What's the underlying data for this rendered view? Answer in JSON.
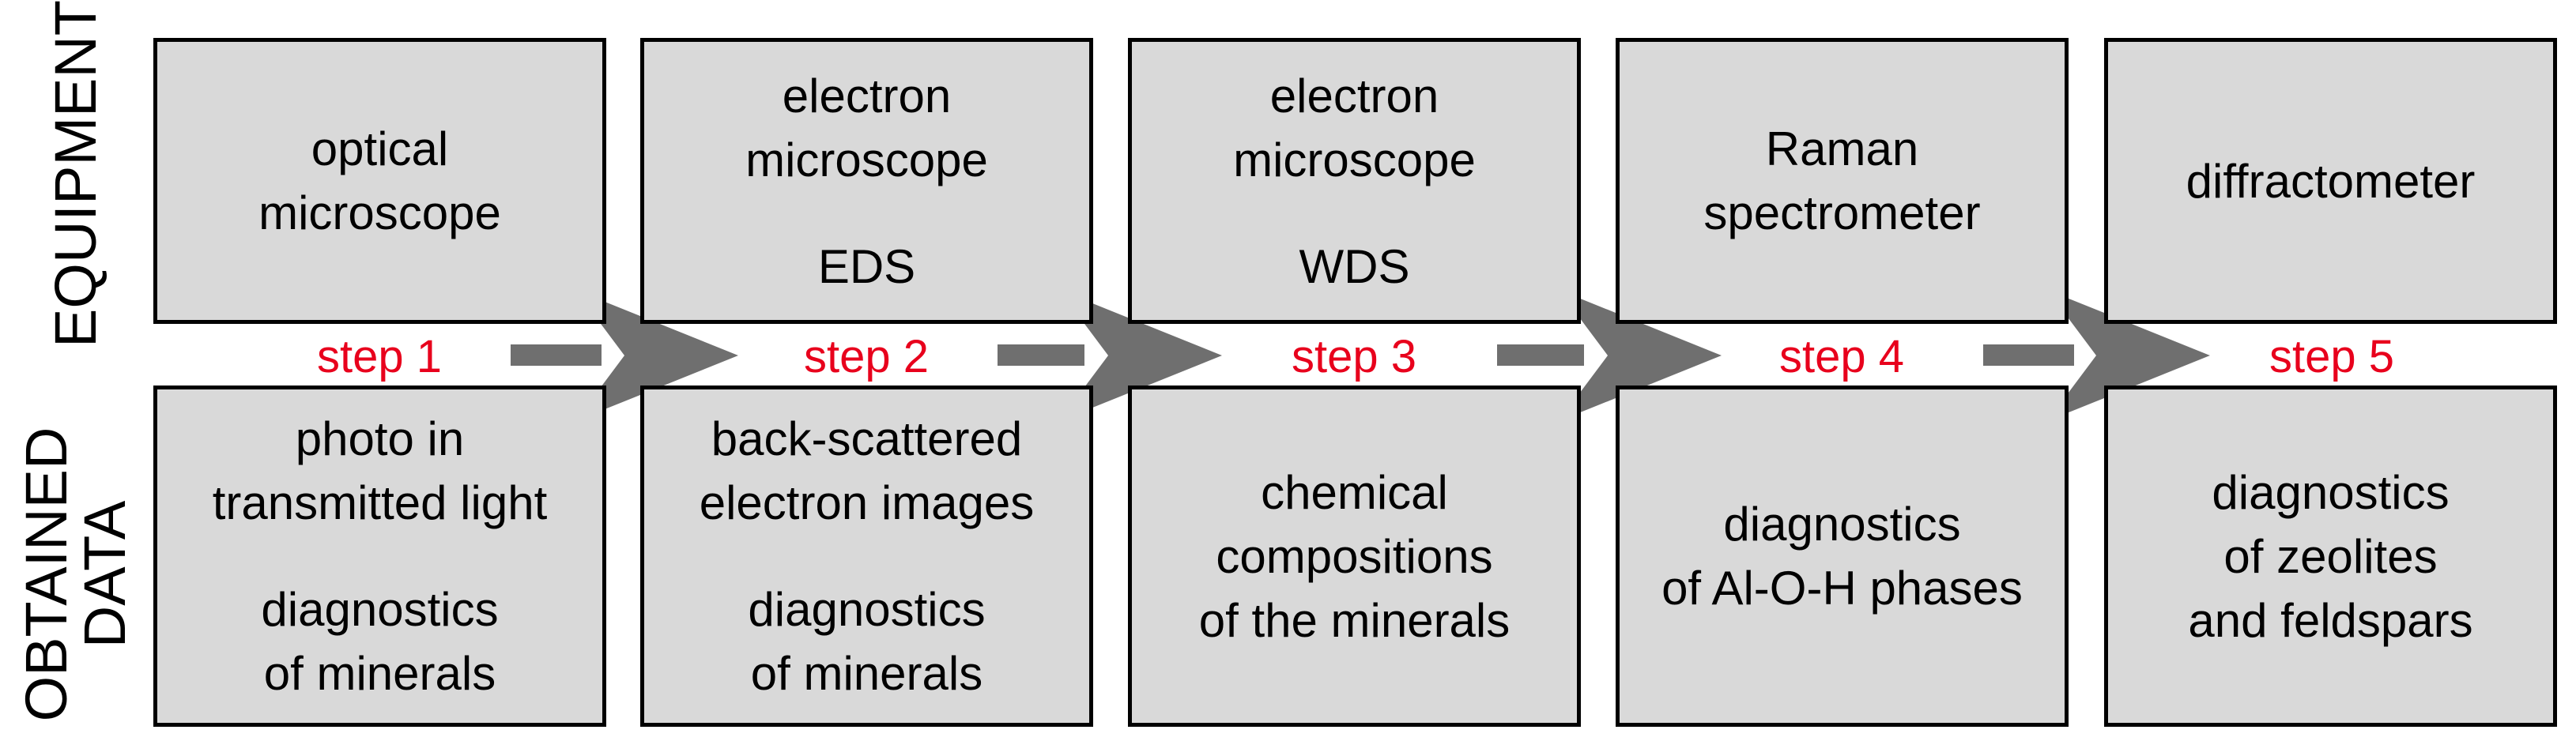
{
  "side_labels": {
    "equipment": "EQUIPMENT",
    "obtained_line1": "OBTAINED",
    "obtained_line2": "DATA"
  },
  "steps": [
    {
      "step_label": "step 1",
      "equipment": [
        "optical",
        "microscope"
      ],
      "data_lines_a": [
        "photo in",
        "transmitted light"
      ],
      "data_lines_b": [
        "diagnostics",
        "of minerals"
      ]
    },
    {
      "step_label": "step 2",
      "equipment_a": [
        "electron",
        "microscope"
      ],
      "equipment_b": [
        "EDS"
      ],
      "data_lines_a": [
        "back-scattered",
        "electron images"
      ],
      "data_lines_b": [
        "diagnostics",
        "of minerals"
      ]
    },
    {
      "step_label": "step 3",
      "equipment_a": [
        "electron",
        "microscope"
      ],
      "equipment_b": [
        "WDS"
      ],
      "data_lines_a": [
        "chemical",
        "compositions",
        "of the minerals"
      ]
    },
    {
      "step_label": "step 4",
      "equipment": [
        "Raman",
        "spectrometer"
      ],
      "data_lines_a": [
        "diagnostics",
        "of Al-O-H phases"
      ]
    },
    {
      "step_label": "step 5",
      "equipment": [
        "diffractometer"
      ],
      "data_lines_a": [
        "diagnostics",
        "of zeolites",
        "and feldspars"
      ]
    }
  ],
  "colors": {
    "box_fill": "#d9d9d9",
    "step_label": "#e8001c",
    "arrow": "#6f6f6f"
  }
}
